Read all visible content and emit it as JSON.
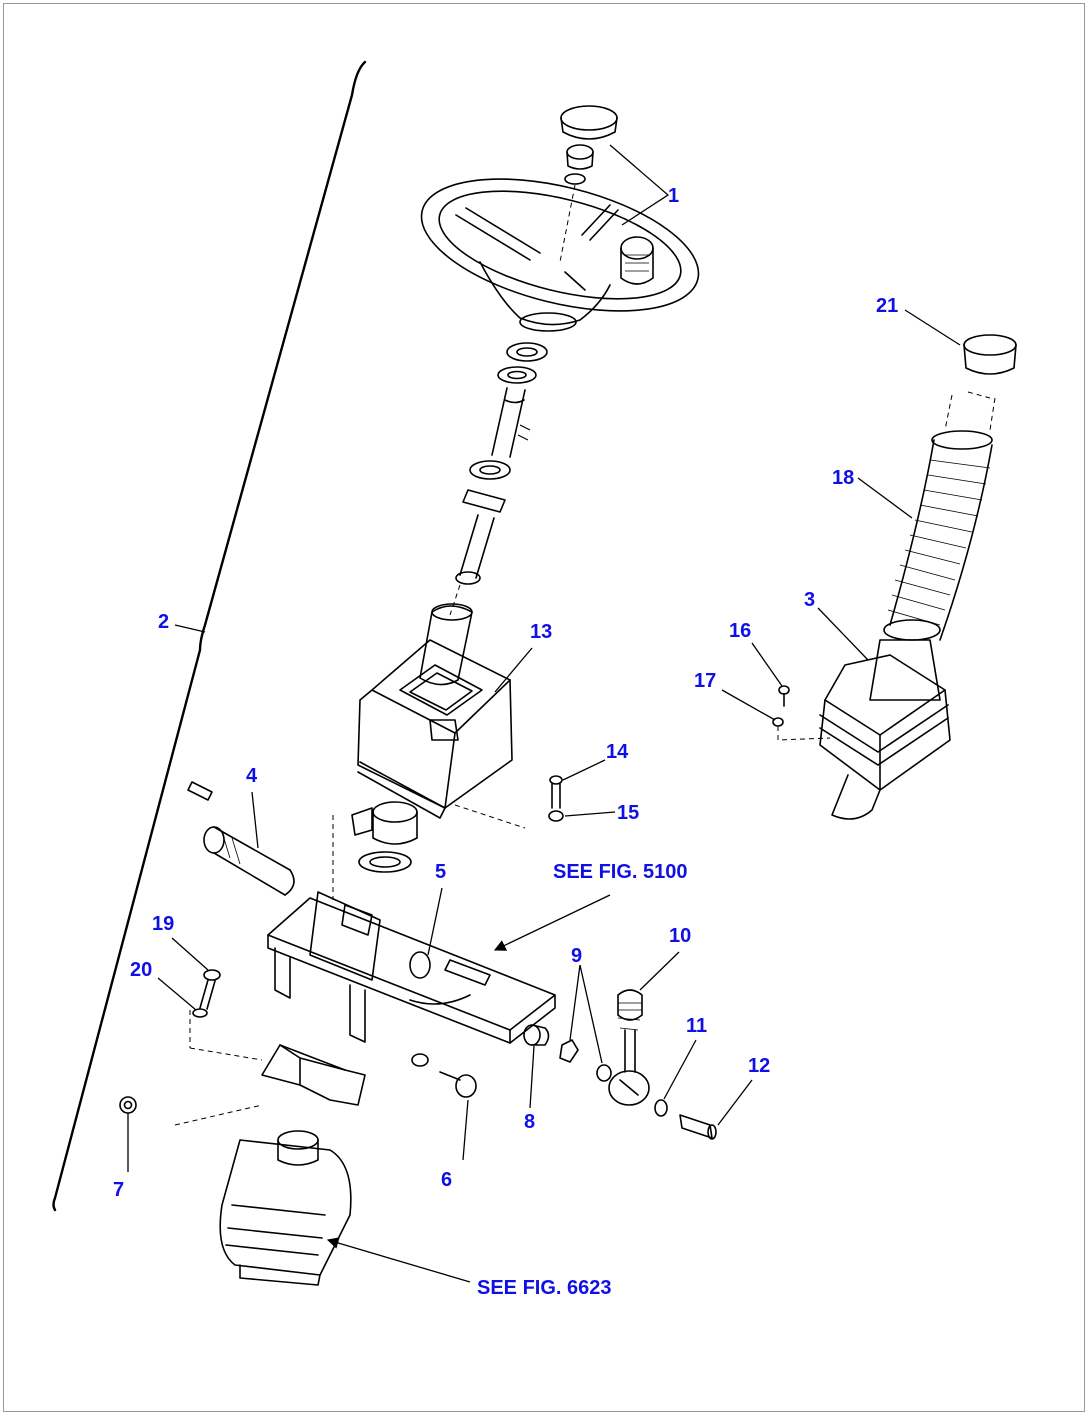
{
  "callouts": {
    "c1": "1",
    "c2": "2",
    "c3": "3",
    "c4": "4",
    "c5": "5",
    "c6": "6",
    "c7": "7",
    "c8": "8",
    "c9": "9",
    "c10": "10",
    "c11": "11",
    "c12": "12",
    "c13": "13",
    "c14": "14",
    "c15": "15",
    "c16": "16",
    "c17": "17",
    "c18": "18",
    "c19": "19",
    "c20": "20",
    "c21": "21"
  },
  "references": {
    "fig5100": "SEE FIG. 5100",
    "fig6623": "SEE FIG. 6623"
  },
  "colors": {
    "label": "#1010e6",
    "line": "#000000",
    "frame": "#9a9a9a"
  }
}
